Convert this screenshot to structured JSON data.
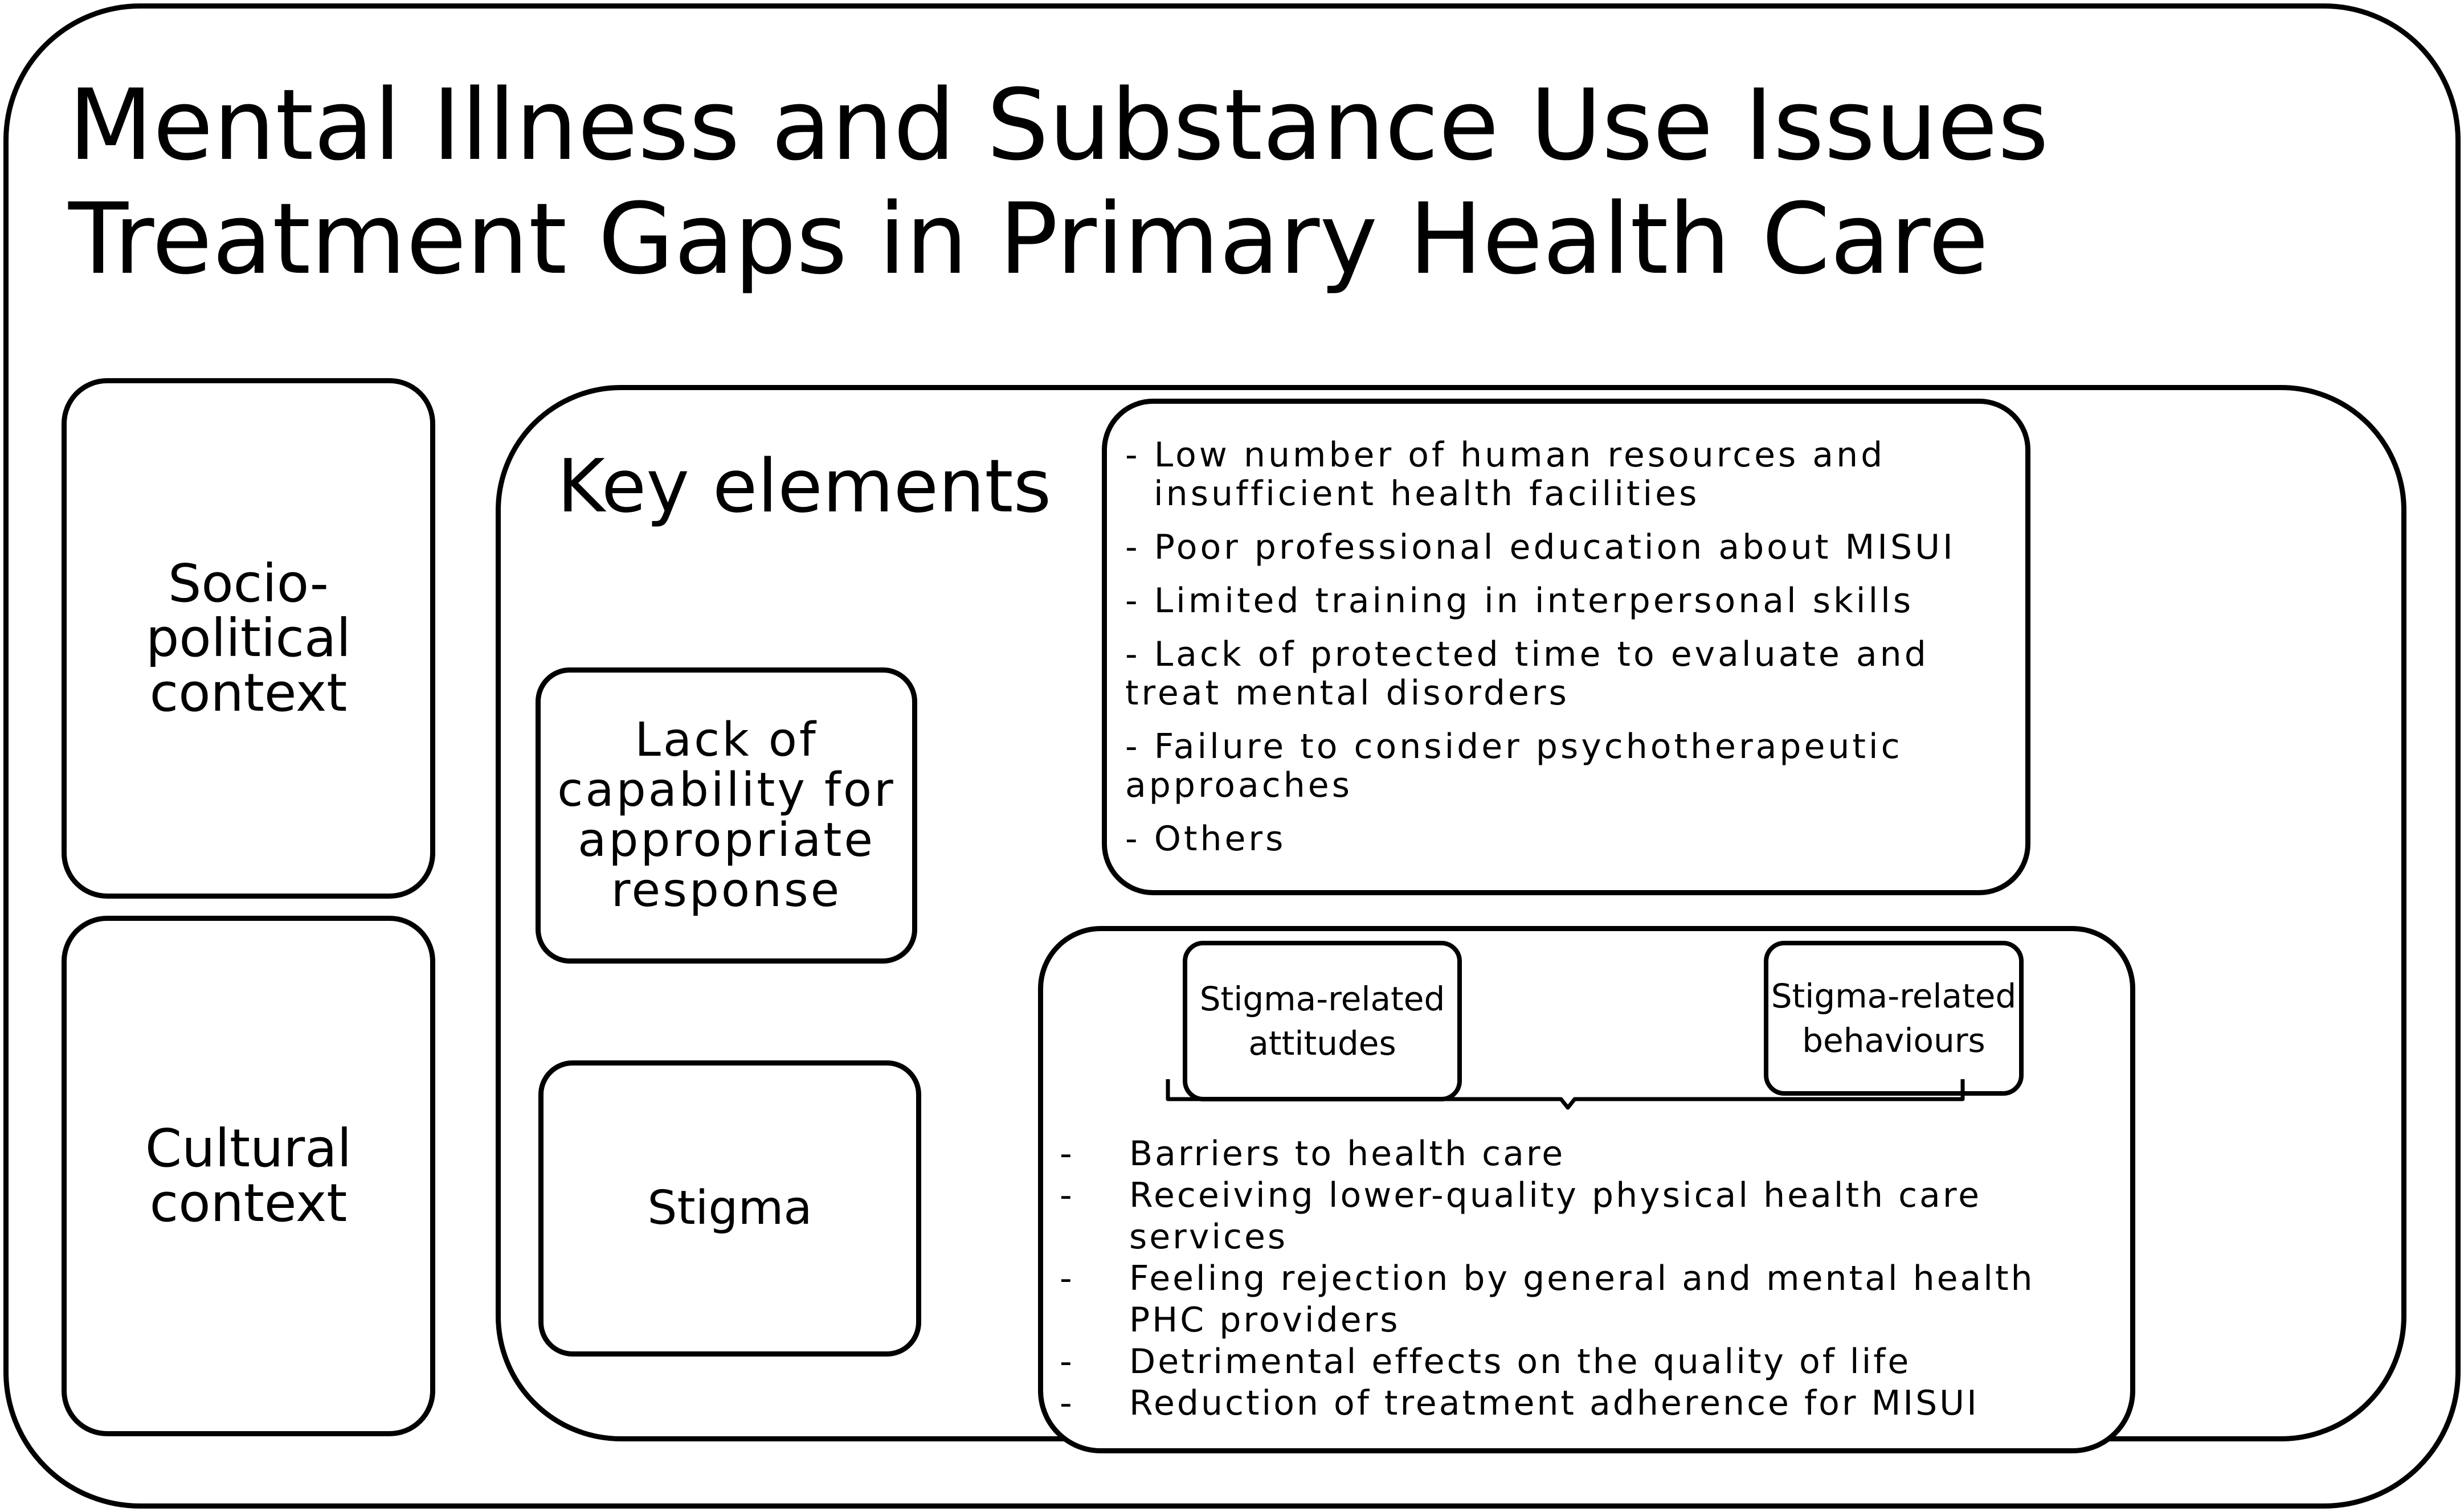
{
  "title": "Mental Illness and Substance Use Issues Treatment Gaps in Primary Health Care",
  "contexts": {
    "socio_political": "Socio-\npolitical\ncontext",
    "cultural": "Cultural\ncontext"
  },
  "key_elements": {
    "heading": "Key elements",
    "capability": {
      "label": "Lack of\ncapability for\nappropriate\nresponse",
      "items": [
        "- Low number of human resources and insufficient health facilities",
        "- Poor professional education about MISUI",
        "- Limited training in interpersonal skills",
        "- Lack of protected time to evaluate and treat mental disorders",
        "- Failure to consider psychotherapeutic approaches",
        "- Others"
      ]
    },
    "stigma": {
      "label": "Stigma",
      "attitudes": "Stigma-related\nattitudes",
      "behaviours": "Stigma-related\nbehaviours",
      "bullet": "-",
      "items": [
        "Barriers to health care",
        "Receiving lower-quality physical health care services",
        "Feeling rejection by general and mental health PHC providers",
        "Detrimental effects on the quality of life",
        "Reduction of treatment adherence for MISUI"
      ]
    }
  },
  "colors": {
    "line": "#000000",
    "background": "#ffffff"
  }
}
